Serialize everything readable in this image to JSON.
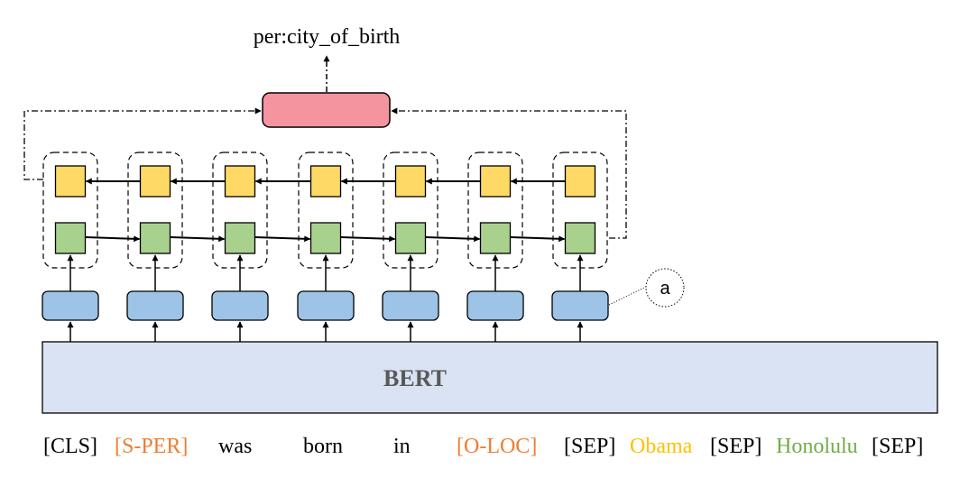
{
  "output_label": "per:city_of_birth",
  "encoder_label": "BERT",
  "callout_label": "a",
  "tokens": [
    {
      "text": "[CLS]",
      "color": "#000000"
    },
    {
      "text": "[S-PER]",
      "color": "#ED7D31"
    },
    {
      "text": "was",
      "color": "#000000"
    },
    {
      "text": "born",
      "color": "#000000"
    },
    {
      "text": "in",
      "color": "#000000"
    },
    {
      "text": "[O-LOC]",
      "color": "#ED7D31"
    },
    {
      "text": "[SEP]",
      "color": "#000000"
    },
    {
      "text": "Obama",
      "color": "#FFC000"
    },
    {
      "text": "[SEP]",
      "color": "#000000"
    },
    {
      "text": "Honolulu",
      "color": "#70AD47"
    },
    {
      "text": "[SEP]",
      "color": "#000000"
    }
  ],
  "column_count": 7,
  "colors": {
    "classifier": "#F4949F",
    "backward_cell": "#FFD966",
    "forward_cell": "#A9D18E",
    "embedding_box": "#9DC3E6",
    "bert_fill": "#DAE3F3",
    "bert_text": "#595959",
    "stroke": "#000000"
  }
}
